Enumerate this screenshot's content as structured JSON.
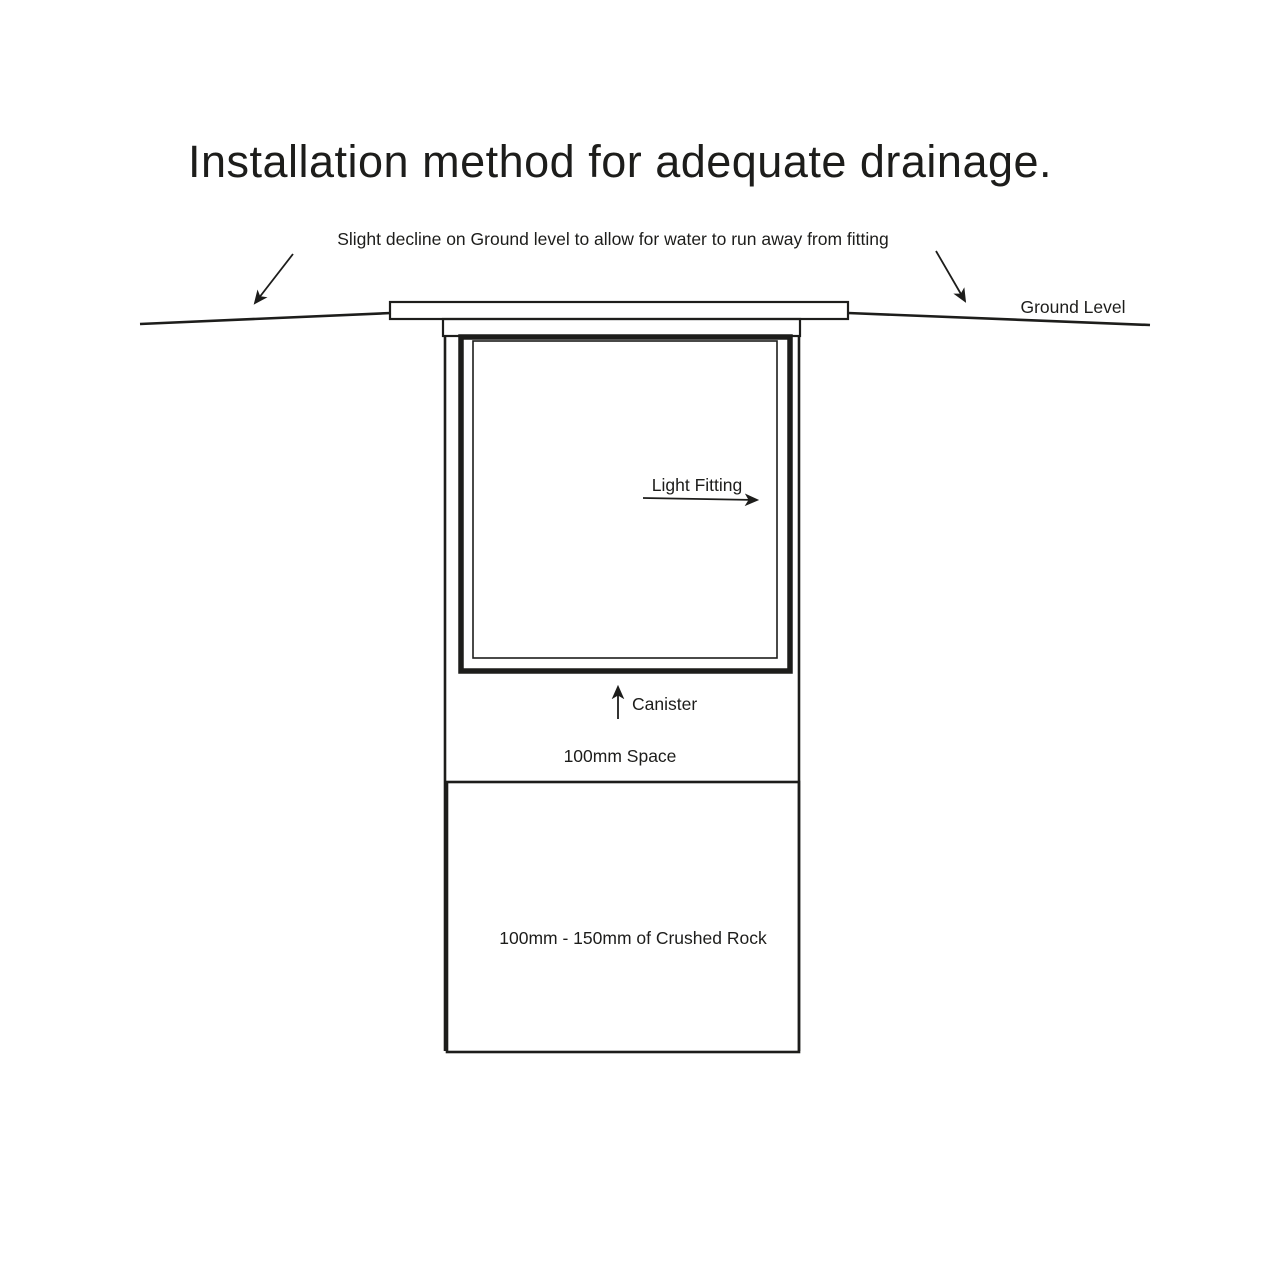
{
  "title": "Installation method for adequate drainage.",
  "annotations": {
    "decline_note": "Slight decline on Ground level to allow for water to run away from fitting",
    "ground_level_label": "Ground Level",
    "light_fitting_label": "Light Fitting",
    "canister_label": "Canister",
    "space_label": "100mm Space",
    "crushed_rock_label": "100mm - 150mm of Crushed Rock"
  },
  "colors": {
    "line": "#1d1d1b",
    "rock_fill": "#f0f0f1",
    "background": "#ffffff"
  }
}
